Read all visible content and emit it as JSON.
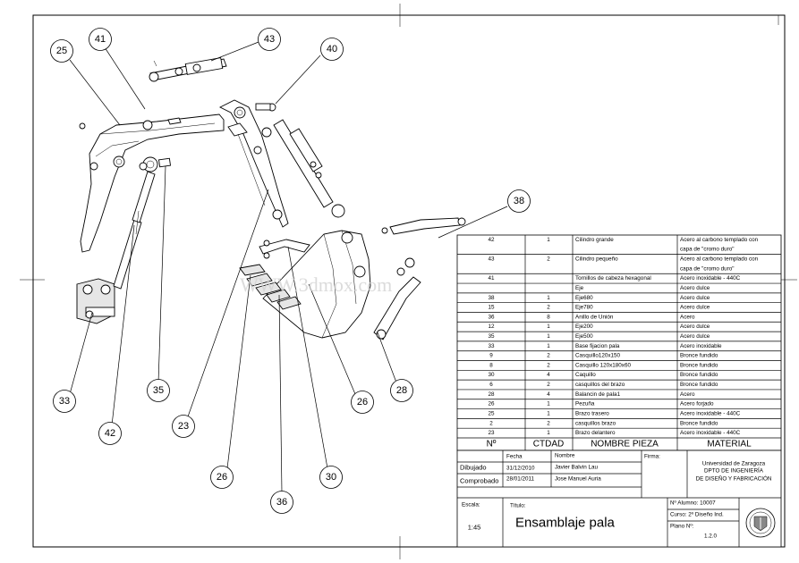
{
  "balloons": [
    {
      "id": "25",
      "label": "25"
    },
    {
      "id": "41",
      "label": "41"
    },
    {
      "id": "43",
      "label": "43"
    },
    {
      "id": "40",
      "label": "40"
    },
    {
      "id": "38",
      "label": "38"
    },
    {
      "id": "33",
      "label": "33"
    },
    {
      "id": "35",
      "label": "35"
    },
    {
      "id": "42",
      "label": "42"
    },
    {
      "id": "23",
      "label": "23"
    },
    {
      "id": "26a",
      "label": "26"
    },
    {
      "id": "36",
      "label": "36"
    },
    {
      "id": "30",
      "label": "30"
    },
    {
      "id": "26b",
      "label": "26"
    },
    {
      "id": "28",
      "label": "28"
    }
  ],
  "watermark": "WWW.3dmox.com",
  "bom": {
    "headers": {
      "item": "Nº",
      "qty": "CTDAD",
      "name": "NOMBRE PIEZA",
      "material": "MATERIAL"
    },
    "rows": [
      {
        "item": "42",
        "qty": "1",
        "name": "Cilindro grande",
        "material": "Acero al carbono templado con capa de \"cromo duro\""
      },
      {
        "item": "43",
        "qty": "2",
        "name": "Cilindro pequeño",
        "material": "Acero al carbono templado con capa de \"cromo duro\""
      },
      {
        "item": "41",
        "qty": "",
        "name": "Tornillos de cabeza hexagonal",
        "material": "Acero inoxidable - 440C"
      },
      {
        "item": "",
        "qty": "",
        "name": "Eje",
        "material": "Acero dulce"
      },
      {
        "item": "38",
        "qty": "1",
        "name": "Eje680",
        "material": "Acero dulce"
      },
      {
        "item": "15",
        "qty": "2",
        "name": "Eje780",
        "material": "Acero dulce"
      },
      {
        "item": "36",
        "qty": "8",
        "name": "Anillo de Unión",
        "material": "Acero"
      },
      {
        "item": "12",
        "qty": "1",
        "name": "Eje200",
        "material": "Acero dulce"
      },
      {
        "item": "35",
        "qty": "1",
        "name": "Eje500",
        "material": "Acero dulce"
      },
      {
        "item": "33",
        "qty": "1",
        "name": "Base fijacion pala",
        "material": "Acero inoxidable"
      },
      {
        "item": "9",
        "qty": "2",
        "name": "Casquillo120x150",
        "material": "Bronce fundido"
      },
      {
        "item": "8",
        "qty": "2",
        "name": "Casquillo 120x180x60",
        "material": "Bronce fundido"
      },
      {
        "item": "30",
        "qty": "4",
        "name": "Caquillo",
        "material": "Bronce fundido"
      },
      {
        "item": "6",
        "qty": "2",
        "name": "casquillos del brazo",
        "material": "Bronce fundido"
      },
      {
        "item": "28",
        "qty": "4",
        "name": "Balancin de pala1",
        "material": "Acero"
      },
      {
        "item": "26",
        "qty": "1",
        "name": "Pezuña",
        "material": "Acero forjado"
      },
      {
        "item": "25",
        "qty": "1",
        "name": "Brazo trasero",
        "material": "Acero inoxidable - 440C"
      },
      {
        "item": "2",
        "qty": "2",
        "name": "casquillos brazo",
        "material": "Bronce fundido"
      },
      {
        "item": "23",
        "qty": "1",
        "name": "Brazo delantero",
        "material": "Acero inoxidable - 440C"
      }
    ]
  },
  "titleblock": {
    "fecha_label": "Fecha",
    "nombre_label": "Nombre",
    "firma_label": "Firma:",
    "dibujado_label": "Dibujado",
    "dibujado_fecha": "31/12/2010",
    "dibujado_nombre": "Javier Balvin Lau",
    "comprobado_label": "Comprobado",
    "comprobado_fecha": "28/01/2011",
    "comprobado_nombre": "Jose Manuel Auria",
    "org_line1": "Universidad de Zaragoza",
    "org_line2": "DPTO DE INGENIERÍA",
    "org_line3": "DE DISEÑO Y FABRICACIÓN",
    "escala_label": "Escala:",
    "escala_value": "1:45",
    "titulo_label": "Título:",
    "titulo_value": "Ensamblaje pala",
    "alumno": "Nº Alumno: 10007",
    "curso": "Curso: 2º Diseño Ind.",
    "plano_label": "Plano Nº:",
    "plano_value": "1.2.0"
  }
}
